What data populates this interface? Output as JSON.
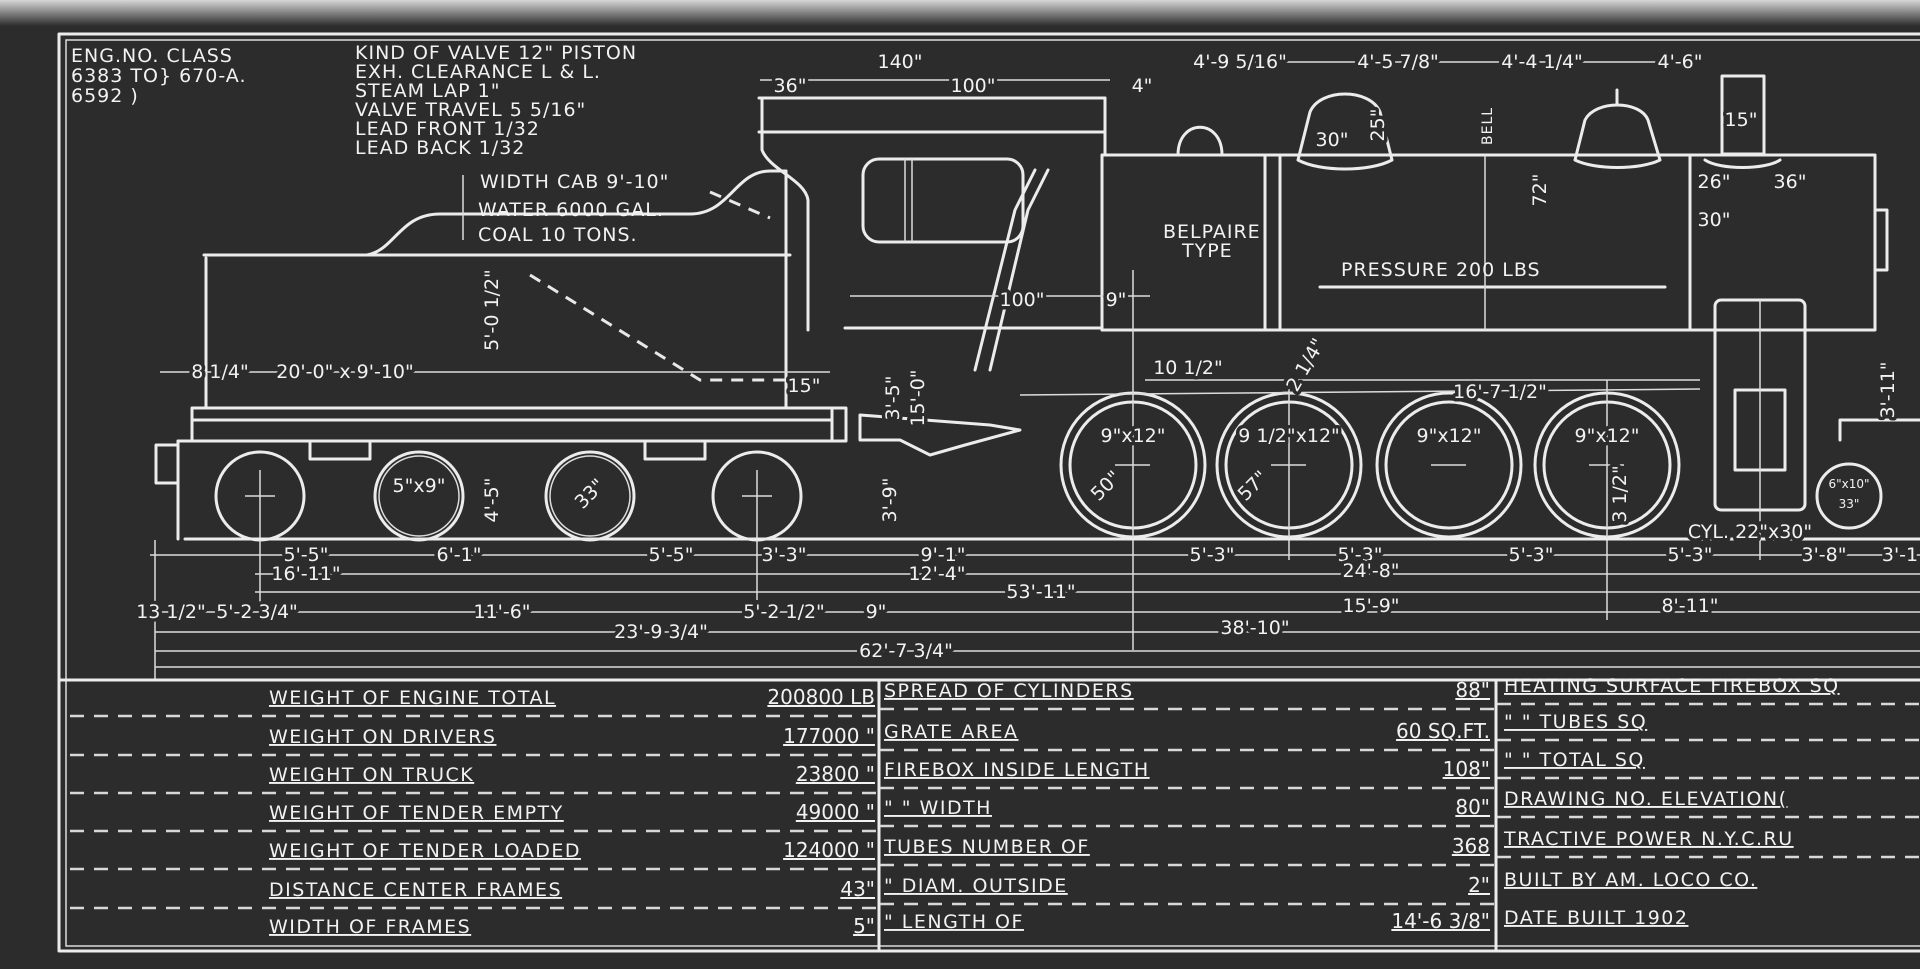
{
  "header_notes": {
    "line1": "ENG.NO.  CLASS",
    "line2": "6383 TO}  670-A.",
    "line3": "6592   )"
  },
  "valve_specs": [
    "KIND OF VALVE 12\" PISTON",
    "EXH. CLEARANCE  L & L.",
    "STEAM LAP  1\"",
    "VALVE TRAVEL  5 5/16\"",
    "LEAD FRONT  1/32",
    "LEAD BACK  1/32"
  ],
  "tender_notes": {
    "cab_width": "WIDTH CAB 9'-10\"",
    "water": "WATER 6000 GAL.",
    "coal": "COAL 10 TONS."
  },
  "labels": {
    "firebox_type_1": "BELPAIRE",
    "firebox_type_2": "TYPE",
    "pressure": "PRESSURE 200 LBS",
    "bell": "BELL"
  },
  "dims": [
    "140\"",
    "36\"",
    "100\"",
    "4\"",
    "4'-9 5/16\"",
    "4'-5 7/8\"",
    "4'-4 1/4\"",
    "4'-6\"",
    "30\"",
    "25\"",
    "15\"",
    "72\"",
    "26\"",
    "36\"",
    "30\"",
    "100\"",
    "9\"",
    "5'-0 1/2\"",
    "8 1/4\"",
    "20'-0\" x 9'-10\"",
    "15\"",
    "3'-5\"",
    "15'-0\"",
    "10 1/2\"",
    "2 1/4\"",
    "16'-7 1/2\"",
    "3'-11\"",
    "5\"x9\"",
    "33\"",
    "4'-5\"",
    "3'-9\"",
    "9\"x12\"",
    "9 1/2\"x12\"",
    "9\"x12\"",
    "9\"x12\"",
    "50\"",
    "57\"",
    "3 1/2\"",
    "CYL. 22\"x30\"",
    "6\"x10\"",
    "33\"",
    "5'-5\"",
    "6'-1\"",
    "5'-5\"",
    "3'-3\"",
    "9'-1\"",
    "5'-3\"",
    "5'-3\"",
    "5'-3\"",
    "5'-3\"",
    "3'-8\"",
    "3'-1",
    "16'-11\"",
    "12'-4\"",
    "24'-8\"",
    "53'-11\"",
    "13 1/2\"",
    "5'-2 3/4\"",
    "11'-6\"",
    "5'-2 1/2\"",
    "9\"",
    "15'-9\"",
    "8'-11\"",
    "23'-9 3/4\"",
    "38'-10\"",
    "62'-7 3/4\""
  ],
  "specs_table": {
    "col1": [
      {
        "label": "WEIGHT OF ENGINE TOTAL",
        "value": "200800 LB"
      },
      {
        "label": "WEIGHT ON DRIVERS",
        "value": "177000 \""
      },
      {
        "label": "WEIGHT ON TRUCK",
        "value": "23800 \""
      },
      {
        "label": "WEIGHT OF TENDER EMPTY",
        "value": "49000 \""
      },
      {
        "label": "WEIGHT OF TENDER LOADED",
        "value": "124000 \""
      },
      {
        "label": "DISTANCE CENTER FRAMES",
        "value": "43\""
      },
      {
        "label": "WIDTH OF FRAMES",
        "value": "5\""
      }
    ],
    "col2": [
      {
        "label": "SPREAD OF CYLINDERS",
        "value": "88\""
      },
      {
        "label": "GRATE AREA",
        "value": "60 SQ.FT."
      },
      {
        "label": "FIREBOX INSIDE LENGTH",
        "value": "108\""
      },
      {
        "label": "\"      \"      WIDTH",
        "value": "80\""
      },
      {
        "label": "TUBES NUMBER OF",
        "value": "368"
      },
      {
        "label": "\"   DIAM. OUTSIDE",
        "value": "2\""
      },
      {
        "label": "\"   LENGTH OF",
        "value": "14'-6 3/8\""
      }
    ],
    "col3": [
      "HEATING SURFACE FIREBOX SQ",
      "\"        \"        TUBES SQ",
      "\"        \"        TOTAL SQ",
      "DRAWING NO. ELEVATION(",
      "TRACTIVE POWER N.Y.C.RU",
      "BUILT BY AM. LOCO CO.",
      "DATE BUILT 1902"
    ]
  }
}
